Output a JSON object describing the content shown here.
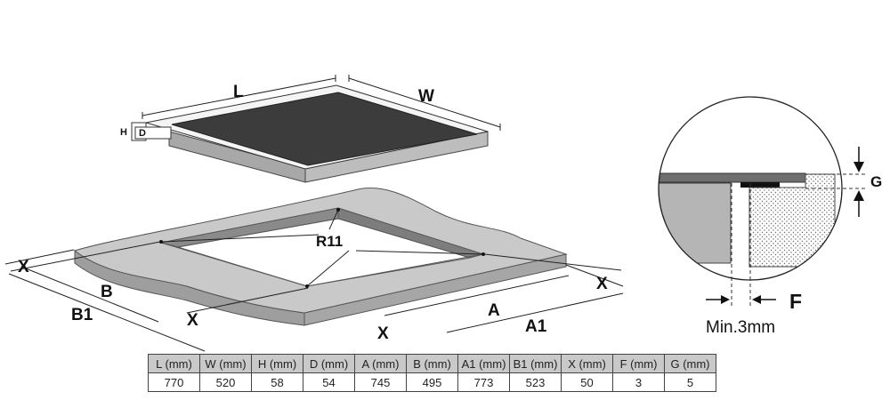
{
  "labels": {
    "L": "L",
    "W": "W",
    "H": "H",
    "D": "D",
    "R11": "R11",
    "X": "X",
    "B": "B",
    "B1": "B1",
    "A": "A",
    "A1": "A1",
    "G": "G",
    "F": "F",
    "min_gap": "Min.3mm"
  },
  "table": {
    "headers": [
      "L (mm)",
      "W (mm)",
      "H (mm)",
      "D (mm)",
      "A (mm)",
      "B (mm)",
      "A1 (mm)",
      "B1 (mm)",
      "X (mm)",
      "F (mm)",
      "G (mm)"
    ],
    "values": [
      "770",
      "520",
      "58",
      "54",
      "745",
      "495",
      "773",
      "523",
      "50",
      "3",
      "5"
    ]
  }
}
